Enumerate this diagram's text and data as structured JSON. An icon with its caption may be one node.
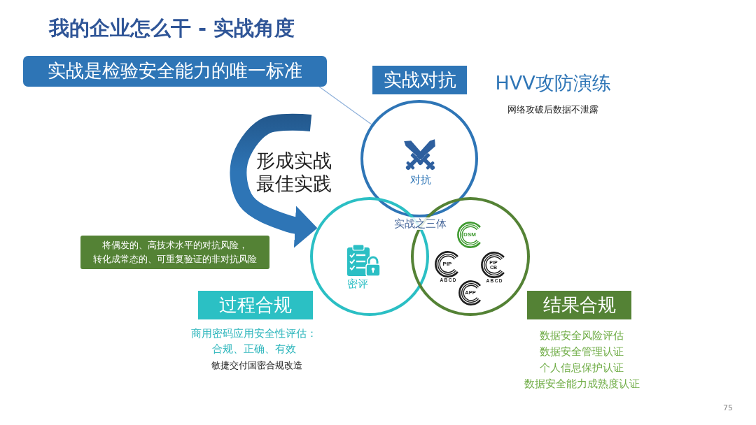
{
  "diagram": {
    "title": "我的企业怎么干 - 实战角度",
    "nodes": [
      {
        "text": [
          "实战是检验安全能力的唯一标准"
        ]
      },
      {
        "text": [
          "实战对抗"
        ]
      },
      {
        "text": [
          "对抗"
        ]
      },
      {
        "text": [
          "密评"
        ]
      },
      {
        "text": [],
        "shape": "circle"
      },
      {
        "text": [
          "DSM"
        ],
        "in": 4
      },
      {
        "text": [
          "PIP"
        ],
        "in": 4,
        "beside": [
          "ABCD"
        ]
      },
      {
        "text": [
          "PIP CB"
        ],
        "in": 4,
        "beside": [
          "ABCD"
        ]
      },
      {
        "text": [
          "APP"
        ],
        "in": 4
      },
      {
        "text": [
          "将偶发的、高技术水平的对抗风险，转化成常态的、可重复验证的非对抗风险"
        ]
      },
      {
        "text": [
          "过程合规"
        ]
      },
      {
        "text": [
          "结果合规"
        ]
      }
    ],
    "edges": [
      {
        "from": 0,
        "to": 2,
        "arrow": "none"
      },
      {
        "from": null,
        "to": 3,
        "arrow": "to",
        "label": "形成实战最佳实践",
        "style": "thick"
      }
    ],
    "labels": [
      "HVV攻防演练",
      "网络攻破后数据不泄露",
      "实战之三体",
      "商用密码应用安全性评估：合规、正确、有效",
      "敏捷交付国密合规改造",
      "数据安全风险评估",
      "数据安全管理认证",
      "个人信息保护认证",
      "数据安全能力成熟度认证",
      "75"
    ]
  }
}
